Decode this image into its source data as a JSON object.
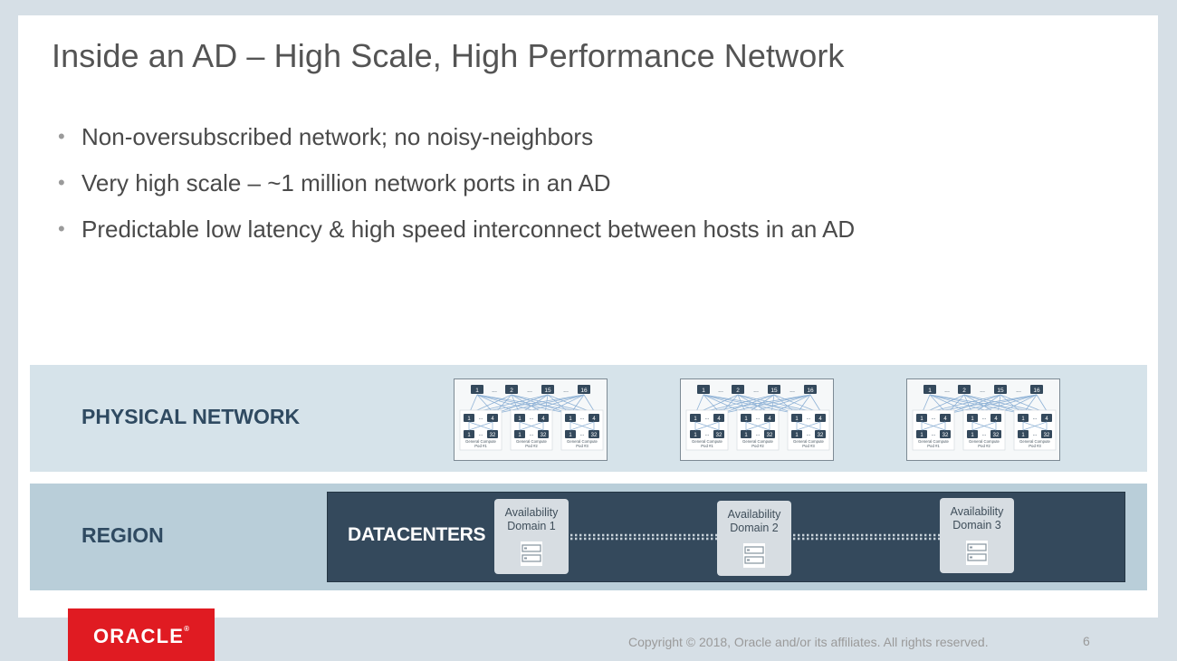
{
  "slide": {
    "title": "Inside an AD – High Scale, High Performance Network",
    "bullets": [
      "Non-oversubscribed network; no noisy-neighbors",
      "Very high scale –  ~1 million network ports in an AD",
      "Predictable low latency & high speed interconnect between hosts in an AD"
    ]
  },
  "physical_network": {
    "label": "PHYSICAL NETWORK",
    "fabric": {
      "spine_labels": [
        "1",
        "2",
        "15",
        "16"
      ],
      "ellipsis": "...",
      "leaf_top": [
        "1",
        "4"
      ],
      "leaf_bottom": [
        "1",
        "32"
      ],
      "pods": [
        "General Compute\nPod #1",
        "General Compute\nPod #2",
        "General Compute\nPod #3"
      ]
    },
    "fabric_count": 3
  },
  "region": {
    "label": "REGION",
    "datacenters_label": "DATACENTERS",
    "domains": [
      "Availability\nDomain 1",
      "Availability\nDomain 2",
      "Availability\nDomain 3"
    ]
  },
  "footer": {
    "logo_text": "ORACLE",
    "logo_mark": "®",
    "copyright": "Copyright © 2018, Oracle and/or its affiliates. All rights reserved.",
    "page_number": "6"
  },
  "colors": {
    "background": "#d6dfe6",
    "physical_band": "#d6e3ea",
    "region_band": "#b9ced9",
    "datacenter_box": "#34495c",
    "band_label": "#2f4a61",
    "oracle_red": "#e01b22",
    "node_dark": "#34495c",
    "link_blue": "#8fb2d6"
  },
  "icons": [
    "server-rack-icon"
  ]
}
